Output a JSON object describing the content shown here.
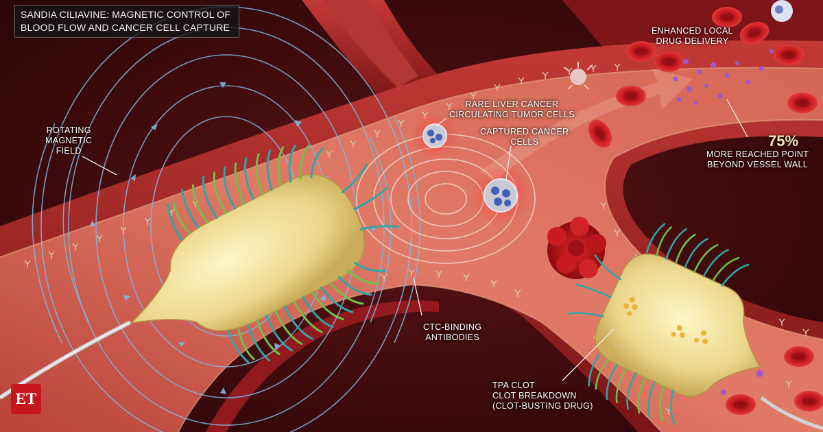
{
  "title": {
    "line1": "SANDIA CILIAVINE: MAGNETIC CONTROL OF",
    "line2": "BLOOD FLOW AND CANCER CELL CAPTURE"
  },
  "labels": {
    "rotating_field": [
      "ROTATING",
      "MAGNETIC",
      "FIELD"
    ],
    "rare_liver": [
      "RARE LIVER CANCER",
      "CIRCULATING TUMOR CELLS"
    ],
    "captured": [
      "CAPTURED CANCER",
      "CELLS"
    ],
    "enhanced": [
      "ENHANCED LOCAL",
      "DRUG DELIVERY"
    ],
    "stat_value": "75%",
    "stat_text": [
      "MORE REACHED POINT",
      "BEYOND VESSEL WALL"
    ],
    "ctc": [
      "CTC-BINDING",
      "ANTIBODIES"
    ],
    "tpa": [
      "TPA CLOT",
      "CLOT BREAKDOWN",
      "(CLOT-BUSTING DRUG)"
    ]
  },
  "logo": {
    "text": "ET",
    "color": "#c4161c"
  },
  "colors": {
    "vessel": "#9e1e22",
    "lumen": "#cf5a4d",
    "tissue": "#3a0a0c",
    "field_lines": "#7fb6e0",
    "device": "#f1dd92",
    "cilia_a": "#2fa6a8",
    "cilia_b": "#6cc24a"
  },
  "icons": [
    "red-blood-cell",
    "tumor-cell",
    "antibody",
    "blood-clot",
    "drug-particle",
    "white-blood-cell",
    "platelet"
  ]
}
